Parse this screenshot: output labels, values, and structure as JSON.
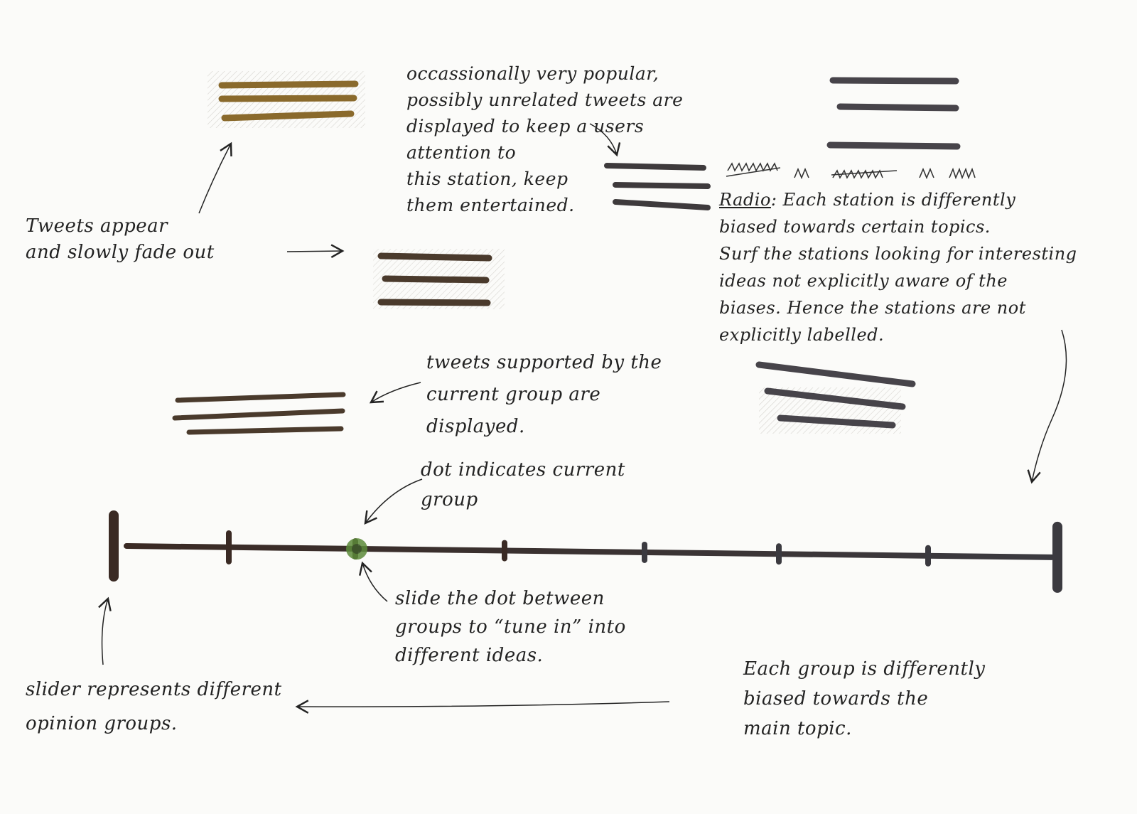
{
  "annotations": {
    "tweets_appear": "Tweets appear\nand slowly fade out",
    "popular_tweets": "occassionally very popular,\npossibly unrelated tweets are\ndisplayed to keep a users\nattention to\nthis station, keep\nthem entertained.",
    "radio_label": "Radio",
    "radio_text": ": Each station is differently\nbiased towards certain topics.\nSurf the stations looking for interesting\nideas not explicitly aware of the\nbiases. Hence the stations are not\nexplicitly labelled.",
    "tweets_supported": "tweets supported by the\ncurrent group are\ndisplayed.",
    "dot_indicates": "dot indicates current\ngroup",
    "slide_dot": "slide the dot between\ngroups to “tune in” into\ndifferent ideas.",
    "slider_represents": "slider represents different\nopinion groups.",
    "each_group": "Each group is differently\nbiased towards the\nmain topic."
  },
  "colors": {
    "ink": "#232323",
    "tweet_gold": "#8a6a2c",
    "tweet_brown": "#4a3a2c",
    "tweet_dark": "#3e3a3c",
    "tweet_grey": "#47444a",
    "slider_left": "#3a2a24",
    "slider_right": "#3b3a40",
    "current_dot": "#5c8a3a"
  },
  "slider": {
    "group_count": 8,
    "current_group_index": 2
  },
  "tweet_icons": [
    {
      "name": "faded-tweet-gold",
      "color": "gold"
    },
    {
      "name": "popular-tweet",
      "color": "dark"
    },
    {
      "name": "tweet-grey-top-right",
      "color": "grey"
    },
    {
      "name": "faded-tweet-brown",
      "color": "brown"
    },
    {
      "name": "current-group-tweet",
      "color": "brown"
    },
    {
      "name": "faded-tweet-grey",
      "color": "grey"
    }
  ]
}
